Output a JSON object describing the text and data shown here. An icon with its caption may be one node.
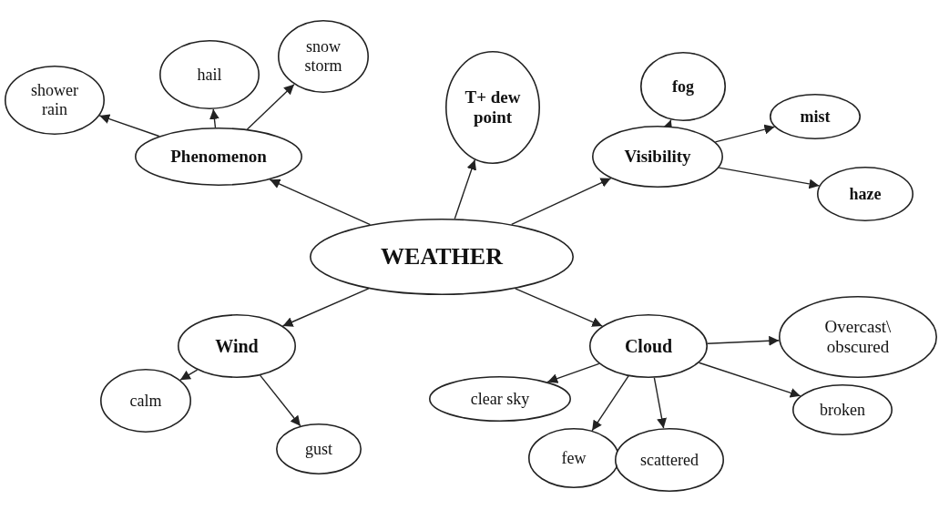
{
  "diagram": {
    "nodes": [
      {
        "text": [
          "WEATHER"
        ]
      },
      {
        "text": [
          "Phenomenon"
        ]
      },
      {
        "text": [
          "shower rain"
        ]
      },
      {
        "text": [
          "hail"
        ]
      },
      {
        "text": [
          "snow storm"
        ]
      },
      {
        "text": [
          "T+ dew point"
        ]
      },
      {
        "text": [
          "Visibility"
        ]
      },
      {
        "text": [
          "fog"
        ]
      },
      {
        "text": [
          "mist"
        ]
      },
      {
        "text": [
          "haze"
        ]
      },
      {
        "text": [
          "Wind"
        ]
      },
      {
        "text": [
          "calm"
        ]
      },
      {
        "text": [
          "gust"
        ]
      },
      {
        "text": [
          "Cloud"
        ]
      },
      {
        "text": [
          "clear sky"
        ]
      },
      {
        "text": [
          "Overcast\\ obscured"
        ]
      },
      {
        "text": [
          "broken"
        ]
      },
      {
        "text": [
          "few"
        ]
      },
      {
        "text": [
          "scattered"
        ]
      }
    ],
    "edges": [
      {
        "from": 0,
        "to": 1,
        "arrow": "to"
      },
      {
        "from": 0,
        "to": 5,
        "arrow": "to"
      },
      {
        "from": 0,
        "to": 6,
        "arrow": "to"
      },
      {
        "from": 0,
        "to": 10,
        "arrow": "to"
      },
      {
        "from": 0,
        "to": 13,
        "arrow": "to"
      },
      {
        "from": 1,
        "to": 2,
        "arrow": "to"
      },
      {
        "from": 1,
        "to": 3,
        "arrow": "to"
      },
      {
        "from": 1,
        "to": 4,
        "arrow": "to"
      },
      {
        "from": 6,
        "to": 7,
        "arrow": "to"
      },
      {
        "from": 6,
        "to": 8,
        "arrow": "to"
      },
      {
        "from": 6,
        "to": 9,
        "arrow": "to"
      },
      {
        "from": 10,
        "to": 11,
        "arrow": "to"
      },
      {
        "from": 10,
        "to": 12,
        "arrow": "to"
      },
      {
        "from": 13,
        "to": 14,
        "arrow": "to"
      },
      {
        "from": 13,
        "to": 15,
        "arrow": "to"
      },
      {
        "from": 13,
        "to": 16,
        "arrow": "to"
      },
      {
        "from": 13,
        "to": 17,
        "arrow": "to"
      },
      {
        "from": 13,
        "to": 18,
        "arrow": "to"
      }
    ]
  }
}
